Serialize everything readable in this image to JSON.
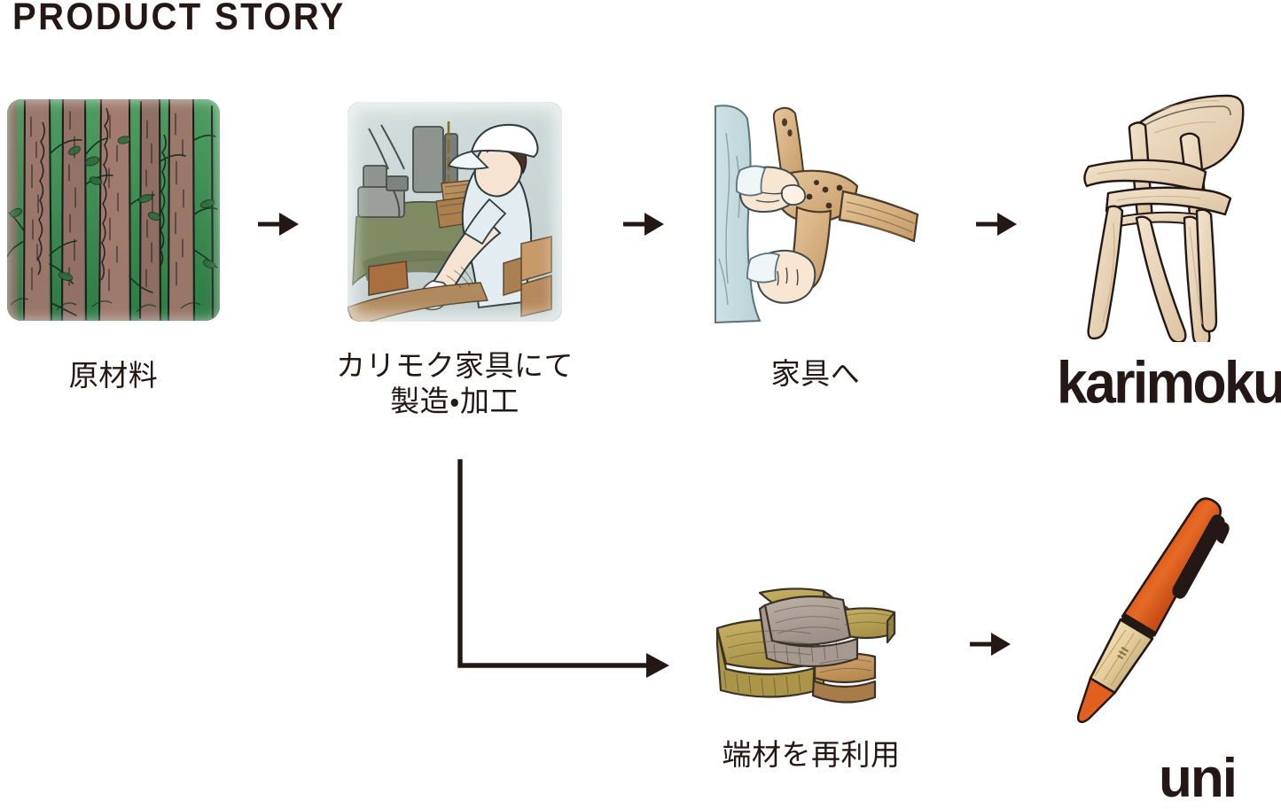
{
  "page": {
    "title": "PRODUCT STORY",
    "background_color": "#ffffff",
    "text_color": "#231815"
  },
  "flow": {
    "top_row": [
      {
        "id": "raw-material",
        "label": "原材料",
        "illustration": "forest-trees-illustration",
        "illustration_colors": {
          "foliage": "#3f8f55",
          "trunk": "#a3756c",
          "ink": "#1d1d1b"
        }
      },
      {
        "id": "manufacturing",
        "label": "カリモク家具にて\n製造・加工",
        "illustration": "factory-worker-illustration",
        "illustration_colors": {
          "background": "#ccd9d9",
          "uniform": "#dfeaee",
          "machine": "#8f968c",
          "wood": "#b08a5e"
        }
      },
      {
        "id": "to-furniture",
        "label": "家具へ",
        "illustration": "hands-assembling-chair-parts-illustration",
        "illustration_colors": {
          "sleeve": "#c5dadd",
          "skin": "#f4e0cd",
          "wood": "#d8b183"
        }
      },
      {
        "id": "karimoku-brand",
        "label": "karimoku",
        "illustration": "wooden-chair-illustration",
        "illustration_colors": {
          "wood": "#e7d2b6",
          "ink": "#231815"
        }
      }
    ],
    "bottom_row": [
      {
        "id": "reuse-offcuts",
        "label": "端材を再利用",
        "illustration": "wood-offcuts-illustration",
        "illustration_colors": {
          "olive": "#b8a558",
          "grey_wood": "#a89a91",
          "tan": "#c69a66",
          "ink": "#3a3226"
        }
      },
      {
        "id": "uni-brand",
        "label": "uni",
        "illustration": "orange-wooden-pen-illustration",
        "illustration_colors": {
          "body": "#e2621f",
          "wood": "#e8d2a6",
          "clip": "#231815"
        }
      }
    ],
    "arrows": [
      {
        "id": "arrow-1",
        "from": "raw-material",
        "to": "manufacturing",
        "direction": "right"
      },
      {
        "id": "arrow-2",
        "from": "manufacturing",
        "to": "to-furniture",
        "direction": "right"
      },
      {
        "id": "arrow-3",
        "from": "to-furniture",
        "to": "karimoku-brand",
        "direction": "right"
      },
      {
        "id": "arrow-4",
        "from": "reuse-offcuts",
        "to": "uni-brand",
        "direction": "right"
      }
    ],
    "branch": {
      "id": "branch-connector",
      "from": "manufacturing",
      "to": "reuse-offcuts",
      "shape": "elbow-down-right"
    }
  }
}
